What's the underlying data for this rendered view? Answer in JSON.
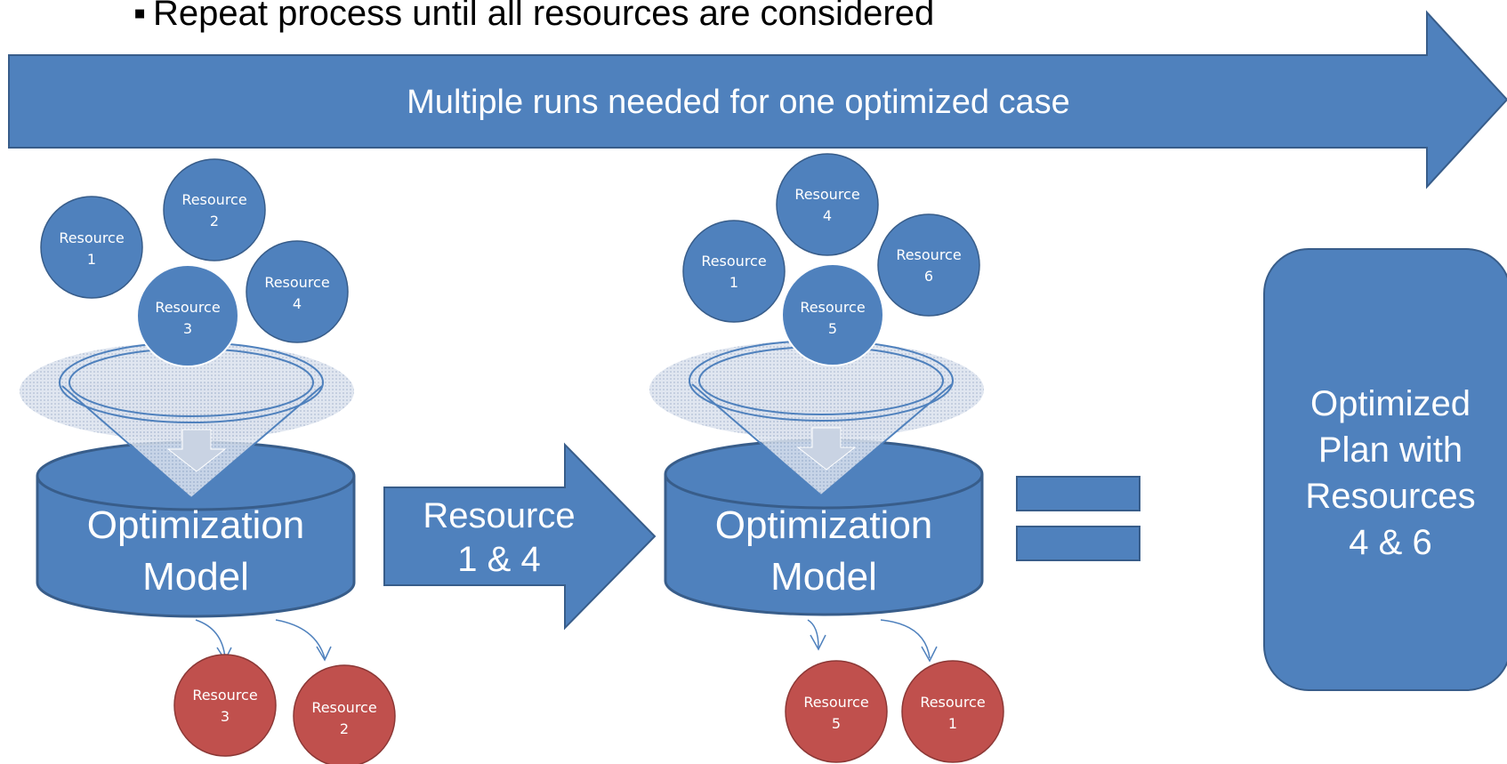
{
  "header": {
    "bullet": "▪",
    "text": "Repeat process until all resources are considered"
  },
  "top_arrow": {
    "text": "Multiple runs needed for one optimized case"
  },
  "stage1": {
    "model_line1": "Optimization",
    "model_line2": "Model",
    "inputs": [
      {
        "line1": "Resource",
        "line2": "1"
      },
      {
        "line1": "Resource",
        "line2": "2"
      },
      {
        "line1": "Resource",
        "line2": "3"
      },
      {
        "line1": "Resource",
        "line2": "4"
      }
    ],
    "outputs": [
      {
        "line1": "Resource",
        "line2": "3"
      },
      {
        "line1": "Resource",
        "line2": "2"
      }
    ]
  },
  "transfer_arrow": {
    "line1": "Resource",
    "line2": "1 & 4"
  },
  "stage2": {
    "model_line1": "Optimization",
    "model_line2": "Model",
    "inputs": [
      {
        "line1": "Resource",
        "line2": "4"
      },
      {
        "line1": "Resource",
        "line2": "1"
      },
      {
        "line1": "Resource",
        "line2": "6"
      },
      {
        "line1": "Resource",
        "line2": "5"
      }
    ],
    "outputs": [
      {
        "line1": "Resource",
        "line2": "5"
      },
      {
        "line1": "Resource",
        "line2": "1"
      }
    ]
  },
  "result": {
    "line1": "Optimized",
    "line2": "Plan with",
    "line3": "Resources",
    "line4": "4 & 6"
  },
  "colors": {
    "blue": "#4f81bd",
    "blue_dark": "#385d8a",
    "red": "#c0504d",
    "red_dark": "#8c3836"
  }
}
